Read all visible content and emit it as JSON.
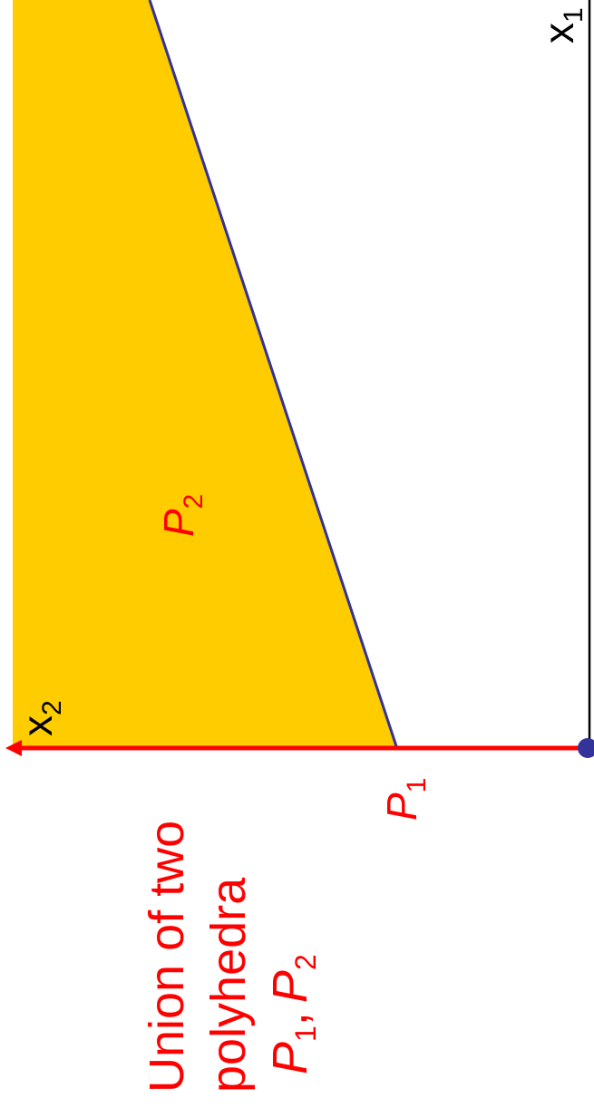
{
  "diagram": {
    "title_lines": [
      "Union of two",
      "polyhedra"
    ],
    "title_var_a": "P",
    "title_sub_a": "1",
    "title_sep": ",",
    "title_var_b": "P",
    "title_sub_b": "2",
    "label_p1": {
      "var": "P",
      "sub": "1"
    },
    "label_p2": {
      "var": "P",
      "sub": "2"
    },
    "axis_x1": {
      "var": "x",
      "sub": "1"
    },
    "axis_x2": {
      "var": "x",
      "sub": "2"
    },
    "colors": {
      "region_fill": "#FFCC00",
      "boundary_line": "#333399",
      "highlight_red": "#FF0000",
      "axis_black": "#000000",
      "origin_dot": "#333399"
    }
  }
}
